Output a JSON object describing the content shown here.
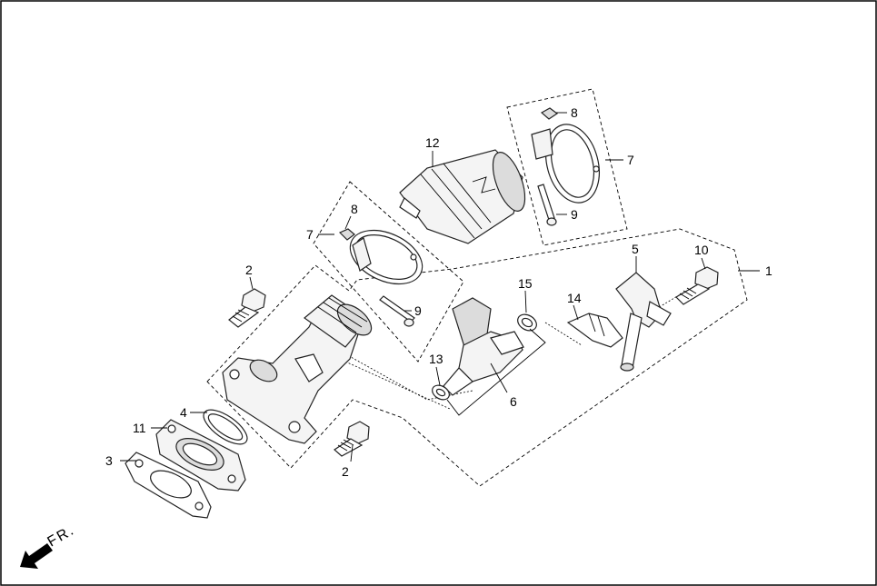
{
  "callouts": {
    "c1": "1",
    "c2a": "2",
    "c2b": "2",
    "c3": "3",
    "c4": "4",
    "c5": "5",
    "c6": "6",
    "c7a": "7",
    "c7b": "7",
    "c8a": "8",
    "c8b": "8",
    "c9a": "9",
    "c9b": "9",
    "c10": "10",
    "c11": "11",
    "c12": "12",
    "c13": "13",
    "c14": "14",
    "c15": "15"
  },
  "direction": {
    "label": "FR."
  }
}
